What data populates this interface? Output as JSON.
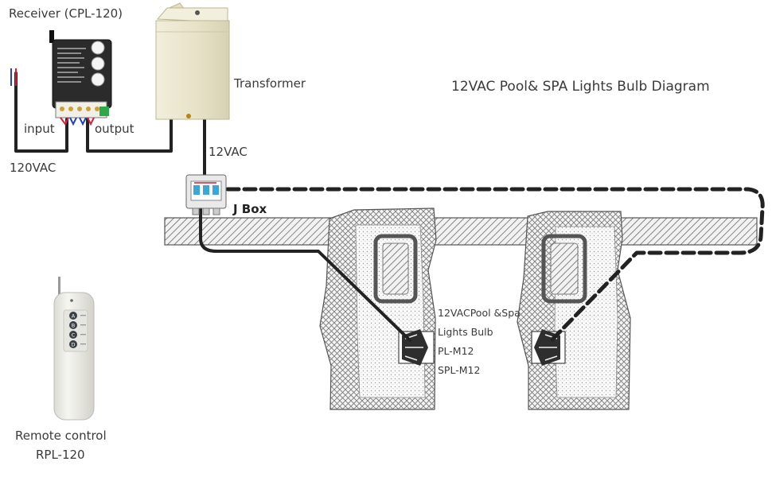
{
  "diagram": {
    "title": "12VAC Pool& SPA Lights Bulb Diagram",
    "receiver_label": "Receiver (CPL-120)",
    "transformer_label": "Transformer",
    "input_label": "input",
    "output_label": "output",
    "mains_label": "120VAC",
    "low_voltage_label": "12VAC",
    "jbox_label": "J Box",
    "bulb_label_line1": "12VACPool &Spa",
    "bulb_label_line2": "Lights Bulb",
    "bulb_label_line3": "PL-M12",
    "bulb_label_line4": "SPL-M12",
    "remote_label_line1": "Remote control",
    "remote_label_line2": "RPL-120",
    "remote_buttons": [
      "A",
      "B",
      "C",
      "D"
    ]
  },
  "colors": {
    "wire": "#222222",
    "transformer_body": "#ece8cf",
    "receiver_body": "#2b2b2b",
    "remote_body": "#efefe9",
    "hatch": "#555555",
    "wire_red": "#d0223a",
    "wire_blue": "#2a3fbf"
  }
}
